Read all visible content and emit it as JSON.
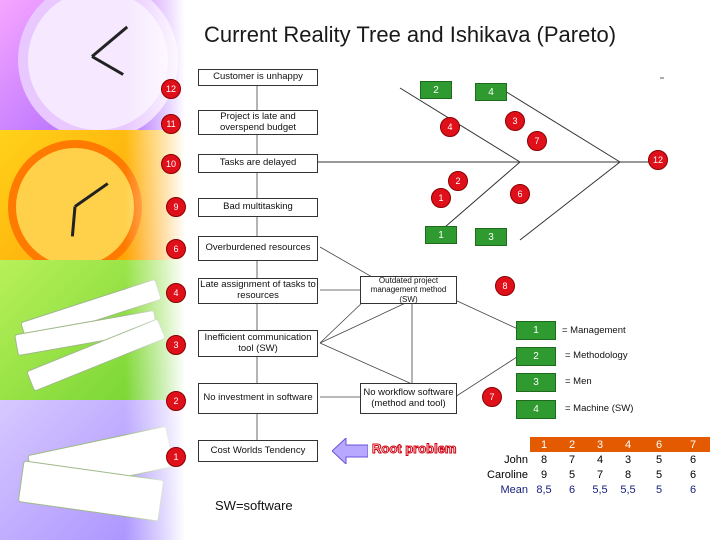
{
  "title": "Current Reality Tree and Ishikava (Pareto)",
  "note": "SW=software",
  "causes": [
    {
      "rank": "12",
      "label": "Customer is unhappy"
    },
    {
      "rank": "11",
      "label": "Project is late and overspend budget"
    },
    {
      "rank": "10",
      "label": "Tasks are delayed"
    },
    {
      "rank": "9",
      "label": "Bad multitasking"
    },
    {
      "rank": "6",
      "label": "Overburdened resources"
    },
    {
      "rank": "4",
      "label": "Late assignment of tasks to resources"
    },
    {
      "rank": "3",
      "label": "Inefficient communication tool (SW)"
    },
    {
      "rank": "2",
      "label": "No investment in software"
    },
    {
      "rank": "1",
      "label": "Cost Worlds Tendency"
    }
  ],
  "middle": {
    "outdated": "Outdated project management method (SW)",
    "outdated_badge": "8",
    "workflow": "No workflow software (method and tool)",
    "workflow_badge": "7",
    "root": "Root problem"
  },
  "fishbone": {
    "top_greens": [
      "2",
      "4"
    ],
    "top_reds": [
      "4",
      "3",
      "7"
    ],
    "head": "12",
    "mid_reds": [
      "2",
      "1",
      "6"
    ],
    "low_greens": [
      "1",
      "3"
    ]
  },
  "legend": [
    {
      "num": "1",
      "label": "= Management"
    },
    {
      "num": "2",
      "label": "= Methodology"
    },
    {
      "num": "3",
      "label": "= Men"
    },
    {
      "num": "4",
      "label": "= Machine (SW)"
    }
  ],
  "table": {
    "header": [
      "1",
      "2",
      "3",
      "4",
      "6",
      "7"
    ],
    "rows": [
      {
        "name": "John",
        "values": [
          "8",
          "7",
          "4",
          "3",
          "5",
          "6"
        ]
      },
      {
        "name": "Caroline",
        "values": [
          "9",
          "5",
          "7",
          "8",
          "5",
          "6"
        ]
      },
      {
        "name": "Mean",
        "values": [
          "8,5",
          "6",
          "5,5",
          "5,5",
          "5",
          "6"
        ]
      }
    ]
  },
  "colors": {
    "badge": "#e0101a",
    "green": "#2f9a2f",
    "table_header": "#e45a00"
  }
}
